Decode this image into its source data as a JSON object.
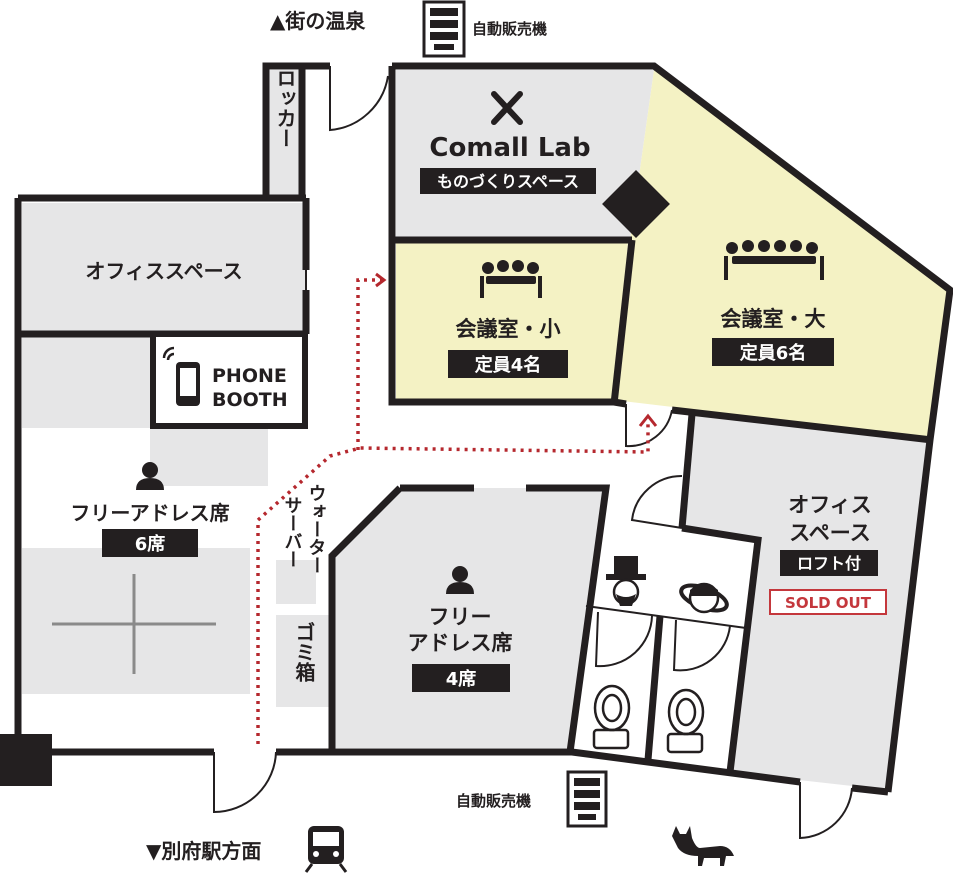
{
  "directions": {
    "north": "▲街の温泉",
    "south": "▼別府駅方面"
  },
  "vending_machine_label": "自動販売機",
  "rooms": {
    "locker": "ロッカー",
    "lab_title": "Comall Lab",
    "lab_subtitle": "ものづくりスペース",
    "office_space": "オフィススペース",
    "phone_booth_line1": "PHONE",
    "phone_booth_line2": "BOOTH",
    "meeting_small": "会議室・小",
    "meeting_small_capacity": "定員4名",
    "meeting_large": "会議室・大",
    "meeting_large_capacity": "定員6名",
    "free_address_6": "フリーアドレス席",
    "free_address_6_seats": "6席",
    "water_server_col1": "ウォーター",
    "water_server_col2": "サーバー",
    "trash": "ゴミ箱",
    "free_address_4_line1": "フリー",
    "free_address_4_line2": "アドレス席",
    "free_address_4_seats": "4席",
    "office_loft_line1": "オフィス",
    "office_loft_line2": "スペース",
    "office_loft_badge": "ロフト付",
    "sold_out": "SOLD OUT"
  },
  "colors": {
    "wall": "#231f20",
    "room_gray": "#e6e6e7",
    "meeting_yellow": "#f4f2c4",
    "route_red": "#b5282e",
    "sold_out_red": "#c4373c"
  },
  "icons": [
    "tools-icon",
    "meeting-small-icon",
    "meeting-large-icon",
    "phone-icon",
    "person-icon",
    "vending-machine-icon",
    "train-icon",
    "toilet-icon",
    "cat-icon",
    "gentleman-icon",
    "lady-icon"
  ]
}
